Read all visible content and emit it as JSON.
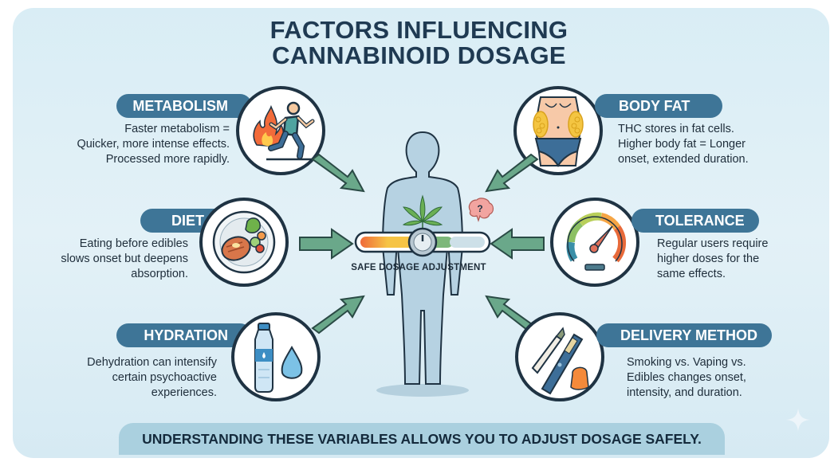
{
  "title": {
    "line1": "FACTORS INFLUENCING",
    "line2": "CANNABINOID DOSAGE"
  },
  "factors": {
    "metabolism": {
      "label": "METABOLISM",
      "icon": "running-person-flame-icon",
      "lines": [
        "Faster metabolism =",
        "Quicker, more intense effects.",
        "Processed more rapidly."
      ]
    },
    "body_fat": {
      "label": "BODY FAT",
      "icon": "torso-fat-cells-icon",
      "lines": [
        "THC stores in fat cells.",
        "Higher body fat = Longer",
        "onset, extended duration."
      ]
    },
    "diet": {
      "label": "DIET",
      "icon": "plate-steak-vegetables-icon",
      "lines": [
        "Eating before edibles",
        "slows onset but deepens",
        "absorption."
      ]
    },
    "tolerance": {
      "label": "TOLERANCE",
      "icon": "speedometer-gauge-icon",
      "lines": [
        "Regular users require",
        "higher doses for the",
        "same effects."
      ]
    },
    "hydration": {
      "label": "HYDRATION",
      "icon": "water-bottle-drop-icon",
      "lines": [
        "Dehydration can intensify",
        "certain psychoactive",
        "experiences."
      ]
    },
    "delivery": {
      "label": "DELIVERY METHOD",
      "icon": "joint-vape-gummy-icon",
      "lines": [
        "Smoking vs. Vaping vs.",
        "Edibles changes onset,",
        "intensity, and duration."
      ]
    }
  },
  "center": {
    "figure_icon": "human-body-cannabis-leaf-icon",
    "brain_icon": "brain-question-icon",
    "slider_label": "SAFE DOSAGE ADJUSTMENT"
  },
  "footer": {
    "text": "UNDERSTANDING THESE VARIABLES ALLOWS YOU TO ADJUST DOSAGE SAFELY."
  },
  "colors": {
    "background": "#dcedf5",
    "pill": "#3e7597",
    "title": "#1f3a52",
    "arrow": "#6aa88a",
    "footer": "#aad0df",
    "body": "#b6d2e2"
  }
}
